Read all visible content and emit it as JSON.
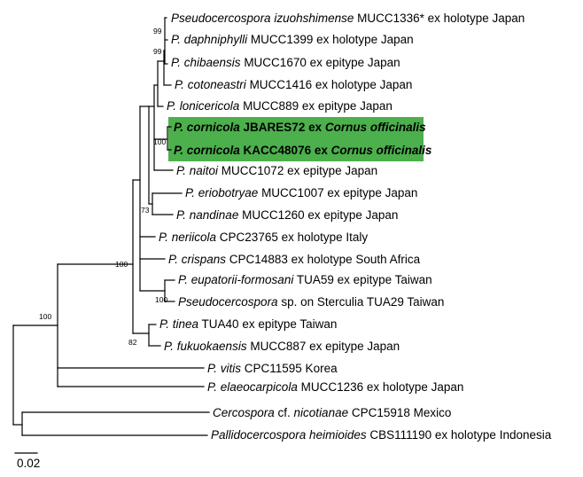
{
  "taxa": [
    {
      "id": "t1",
      "italic": "Pseudocercospora izuohshimense",
      "rest": " MUCC1336* ex holotype Japan"
    },
    {
      "id": "t2",
      "italic": "P. daphniphylli",
      "rest": " MUCC1399 ex holotype Japan"
    },
    {
      "id": "t3",
      "italic": "P. chibaensis",
      "rest": " MUCC1670 ex epitype Japan"
    },
    {
      "id": "t4",
      "italic": "P. cotoneastri",
      "rest": " MUCC1416 ex holotype Japan"
    },
    {
      "id": "t5",
      "italic": "P. lonicericola",
      "rest": " MUCC889 ex epitype Japan"
    },
    {
      "id": "t6",
      "italic": "P. cornicola",
      "rest": " JBARES72 ex ",
      "italic2": "Cornus officinalis",
      "highlight": true
    },
    {
      "id": "t7",
      "italic": "P. cornicola",
      "rest": " KACC48076 ex ",
      "italic2": "Cornus officinalis",
      "highlight": true
    },
    {
      "id": "t8",
      "italic": "P. naitoi",
      "rest": " MUCC1072 ex epitype Japan"
    },
    {
      "id": "t9",
      "italic": "P. eriobotryae",
      "rest": " MUCC1007 ex epitype Japan"
    },
    {
      "id": "t10",
      "italic": "P. nandinae",
      "rest": " MUCC1260 ex epitype Japan"
    },
    {
      "id": "t11",
      "italic": "P. neriicola",
      "rest": " CPC23765 ex holotype Italy"
    },
    {
      "id": "t12",
      "italic": "P. crispans",
      "rest": " CPC14883 ex holotype South Africa"
    },
    {
      "id": "t13",
      "italic": "P. eupatorii-formosani",
      "rest": " TUA59 ex epitype Taiwan"
    },
    {
      "id": "t14",
      "italic": "Pseudocercospora",
      "rest": " sp. on Sterculia TUA29 Taiwan"
    },
    {
      "id": "t15",
      "italic": "P. tinea",
      "rest": " TUA40 ex epitype Taiwan"
    },
    {
      "id": "t16",
      "italic": "P. fukuokaensis",
      "rest": " MUCC887 ex epitype Japan"
    },
    {
      "id": "t17",
      "italic": "P. vitis",
      "rest": " CPC11595 Korea"
    },
    {
      "id": "t18",
      "italic": "P. elaeocarpicola",
      "rest": " MUCC1236 ex holotype Japan"
    },
    {
      "id": "t19",
      "italic": "Cercospora",
      "rest": " cf. ",
      "italic2": "nicotianae",
      "rest2": " CPC15918  Mexico"
    },
    {
      "id": "t20",
      "italic": "Pallidocercospora heimioides",
      "rest": " CBS111190 ex holotype Indonesia"
    }
  ],
  "bootstrap": {
    "daphniphylli": "99",
    "chibaensis": "99",
    "cornicola": "100",
    "eriobotryae_nandinae": "73",
    "pseudocercospora_clade": "100",
    "eupatorii_sterculia": "100",
    "tinea_fukuokaensis": "82",
    "ingroup": "100"
  },
  "scale_bar": {
    "label": "0.02"
  },
  "colors": {
    "highlight": "#4cb04c",
    "line": "#000000",
    "text": "#000000"
  }
}
